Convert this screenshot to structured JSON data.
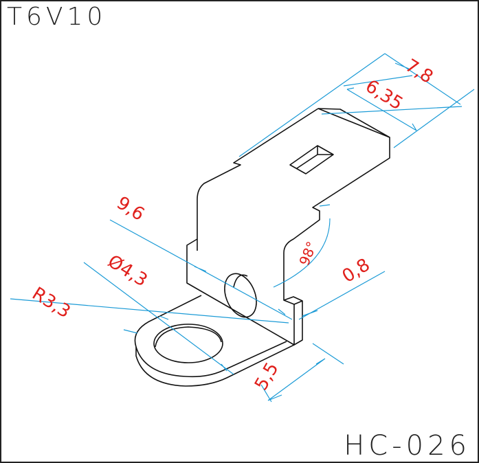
{
  "header": {
    "model": "T6V10"
  },
  "footer": {
    "part_number": "HC-026"
  },
  "dimensions": {
    "width_total": "7,8",
    "width_tab": "6,35",
    "length": "9,6",
    "hole_diameter": "Ø4,3",
    "radius": "R3,3",
    "angle": "98°",
    "thickness": "0,8",
    "ring_width": "5,5"
  },
  "colors": {
    "outline": "#111111",
    "dimension_line": "#1a9ad6",
    "dimension_text": "#e0201c",
    "frame": "#222222"
  }
}
